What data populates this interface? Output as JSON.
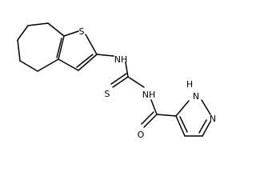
{
  "molecule": {
    "atoms": {
      "S_ring": "S",
      "NH_thio": "NH",
      "S_thioxo": "S",
      "NH_amide": "NH",
      "O_carbonyl": "O",
      "N1H": "N",
      "N1H_h": "H",
      "N2": "N"
    }
  }
}
